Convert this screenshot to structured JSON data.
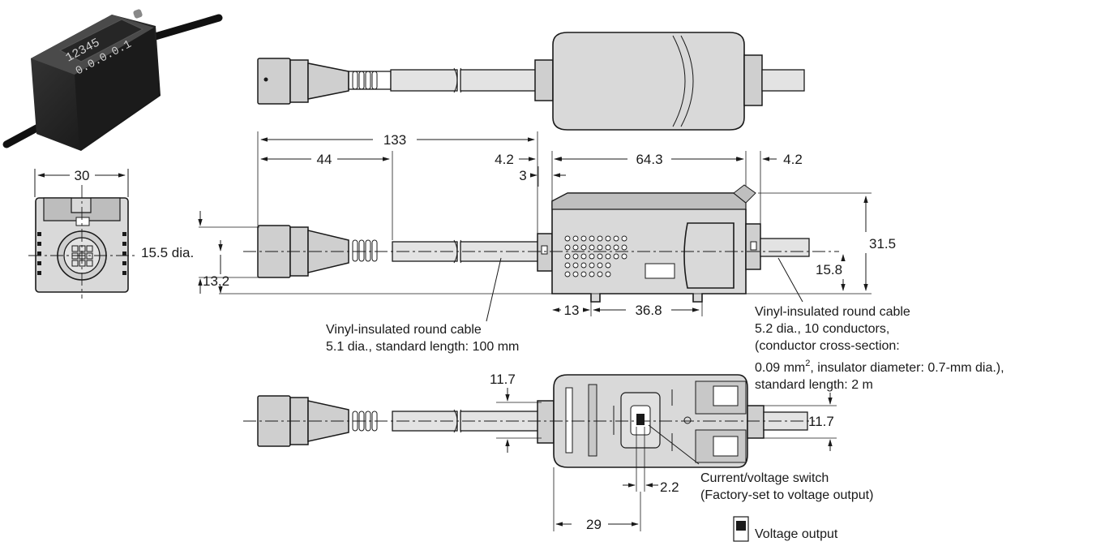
{
  "dimensions": {
    "front_width": "30",
    "overall_length": "133",
    "connector_length": "44",
    "offset_left": "4.2",
    "gap": "3",
    "body_length": "64.3",
    "offset_right": "4.2",
    "height": "31.5",
    "cable_height": "15.8",
    "connector_dia": "15.5 dia.",
    "connector_center": "13.2",
    "foot_offset": "13",
    "foot_spacing": "36.8",
    "bottom_cable_left": "11.7",
    "bottom_cable_right": "11.7",
    "switch_width": "2.2",
    "switch_offset": "29"
  },
  "notes": {
    "left_cable_line1": "Vinyl-insulated round cable",
    "left_cable_line2": "5.1 dia., standard length: 100 mm",
    "right_cable_line1": "Vinyl-insulated round cable",
    "right_cable_line2": "5.2 dia., 10 conductors,",
    "right_cable_line3": "(conductor cross-section:",
    "right_cable_line4_pre": "0.09 mm",
    "right_cable_line4_sup": "2",
    "right_cable_line4_post": ", insulator diameter: 0.7-mm dia.),",
    "right_cable_line5": "standard length: 2 m",
    "switch_line1": "Current/voltage switch",
    "switch_line2": "(Factory-set to voltage output)",
    "legend_voltage": "Voltage output"
  },
  "display_digits": {
    "row1": "12345",
    "row2": "0.0.0.0.1"
  }
}
